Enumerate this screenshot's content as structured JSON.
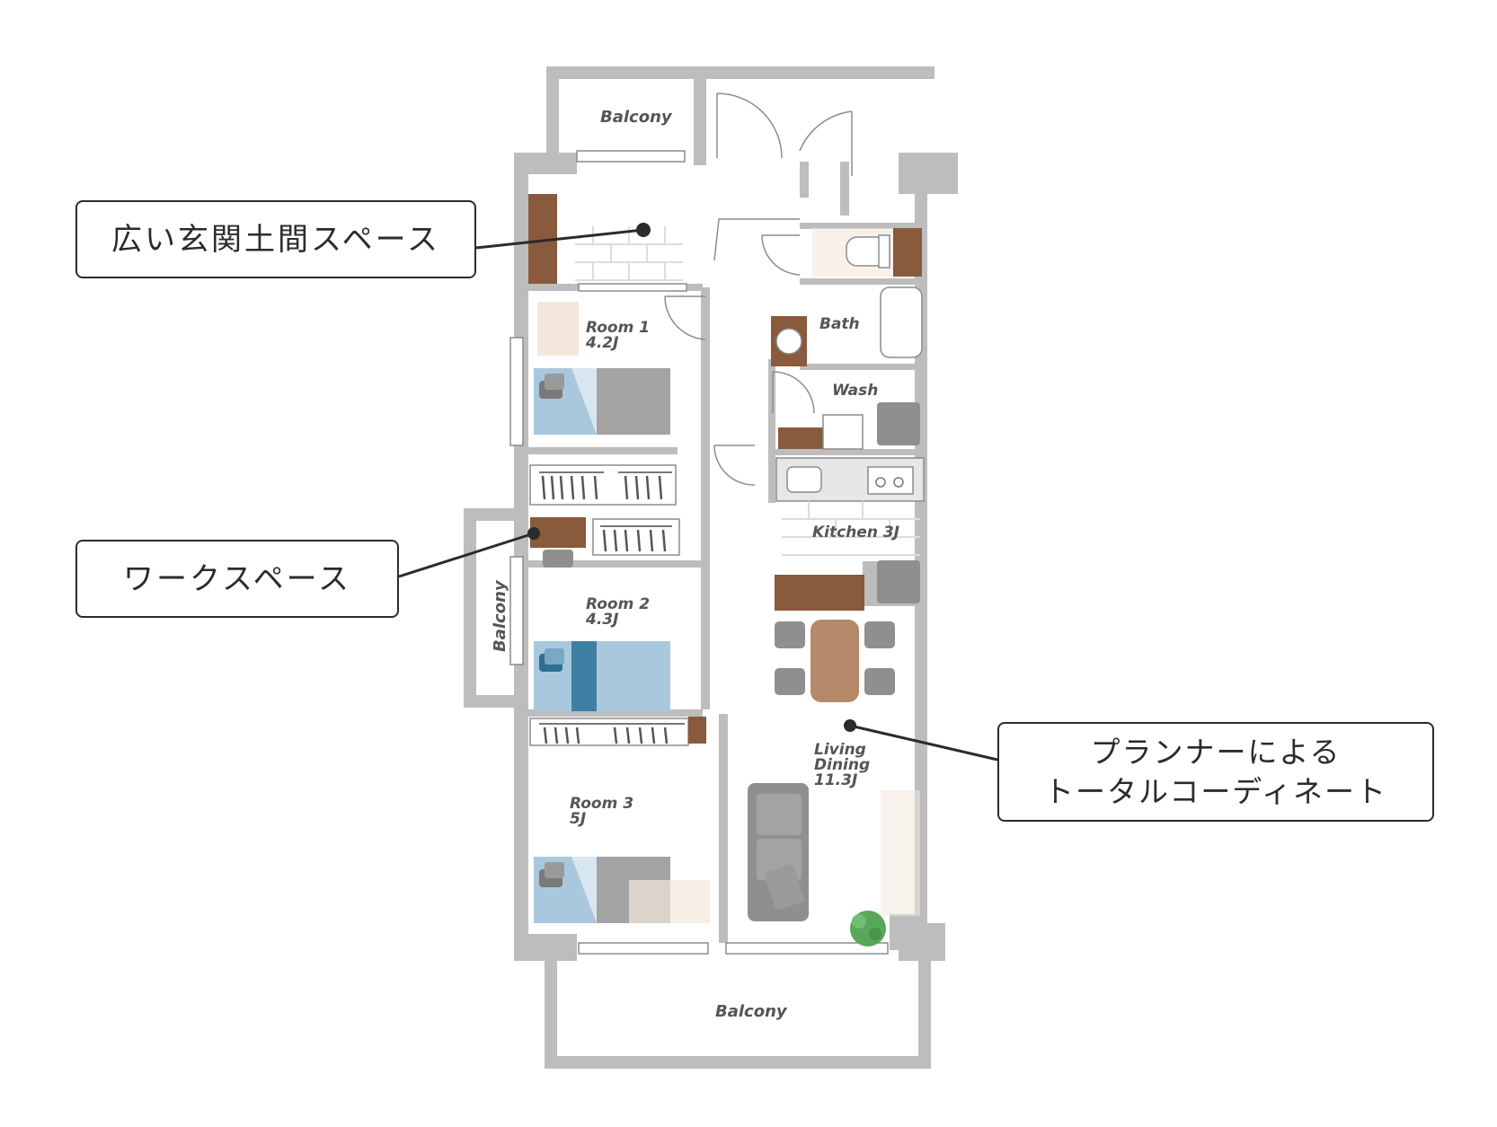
{
  "rooms": {
    "balcony_top": "Balcony",
    "balcony_side": "Balcony",
    "balcony_bottom": "Balcony",
    "room1_name": "Room 1",
    "room1_size": "4.2J",
    "room2_name": "Room 2",
    "room2_size": "4.3J",
    "room3_name": "Room 3",
    "room3_size": "5J",
    "bath": "Bath",
    "wash": "Wash",
    "kitchen": "Kitchen 3J",
    "living_1": "Living",
    "living_2": "Dining",
    "living_3": "11.3J"
  },
  "callouts": {
    "entrance": "広い玄関土間スペース",
    "workspace": "ワークスペース",
    "planner_line1": "プランナーによる",
    "planner_line2": "トータルコーディネート"
  },
  "colors": {
    "wall": "#bdbdbd",
    "wood": "#8a5a3c",
    "bed_blue": "#a9c8de",
    "bed_gray": "#a3a3a3",
    "furniture_gray": "#8f8f8f",
    "table_wood": "#b3896a",
    "plant": "#58a85a"
  }
}
